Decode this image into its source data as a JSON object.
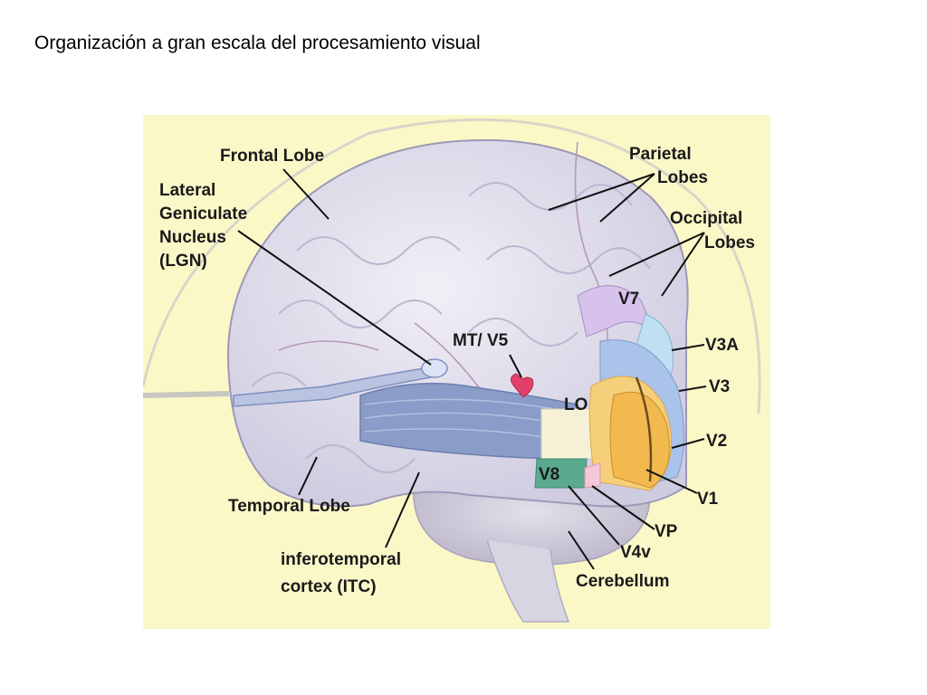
{
  "slide": {
    "title": "Organización a gran escala del procesamiento visual"
  },
  "figure": {
    "background_color": "#fbf8c8",
    "labels": {
      "frontal_lobe": "Frontal Lobe",
      "lgn_line1": "Lateral",
      "lgn_line2": "Geniculate",
      "lgn_line3": "Nucleus",
      "lgn_line4": "(LGN)",
      "parietal_line1": "Parietal",
      "parietal_line2": "Lobes",
      "occipital_line1": "Occipital",
      "occipital_line2": "Lobes",
      "v7": "V7",
      "v3a": "V3A",
      "v3": "V3",
      "v2": "V2",
      "v1": "V1",
      "vp": "VP",
      "v4v": "V4v",
      "v8": "V8",
      "lo": "LO",
      "mt_v5": "MT/ V5",
      "temporal_lobe": "Temporal Lobe",
      "itc_line1": "inferotemporal",
      "itc_line2": "cortex (ITC)",
      "cerebellum": "Cerebellum"
    },
    "colors": {
      "brain": "#e4e2ee",
      "v1": "#f2b94e",
      "v2": "#f6cf7a",
      "v3": "#a9c3ea",
      "v3a": "#bfe0f2",
      "v7": "#d6c2ea",
      "v8": "#5aaa90",
      "mt_v5": "#e0406a",
      "optic_radiation": "#8a9cc8"
    }
  }
}
